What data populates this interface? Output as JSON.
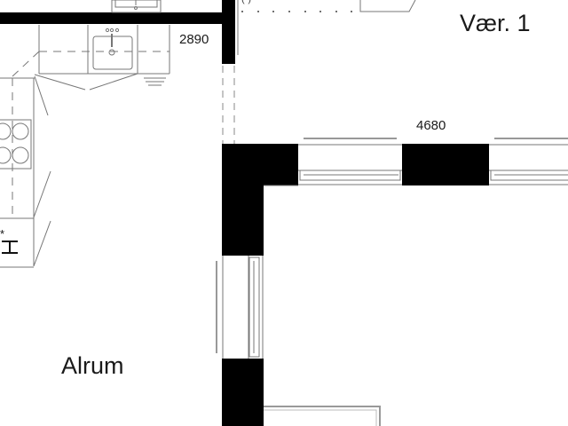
{
  "rooms": {
    "room1": "Vær. 1",
    "living": "Alrum"
  },
  "dimensions": {
    "kitchen_width": "2890",
    "room1_wall": "4680"
  },
  "annotations": {
    "top_marker": "(·)"
  },
  "colors": {
    "wall": "#000000",
    "line": "#555555",
    "background": "#ffffff"
  }
}
